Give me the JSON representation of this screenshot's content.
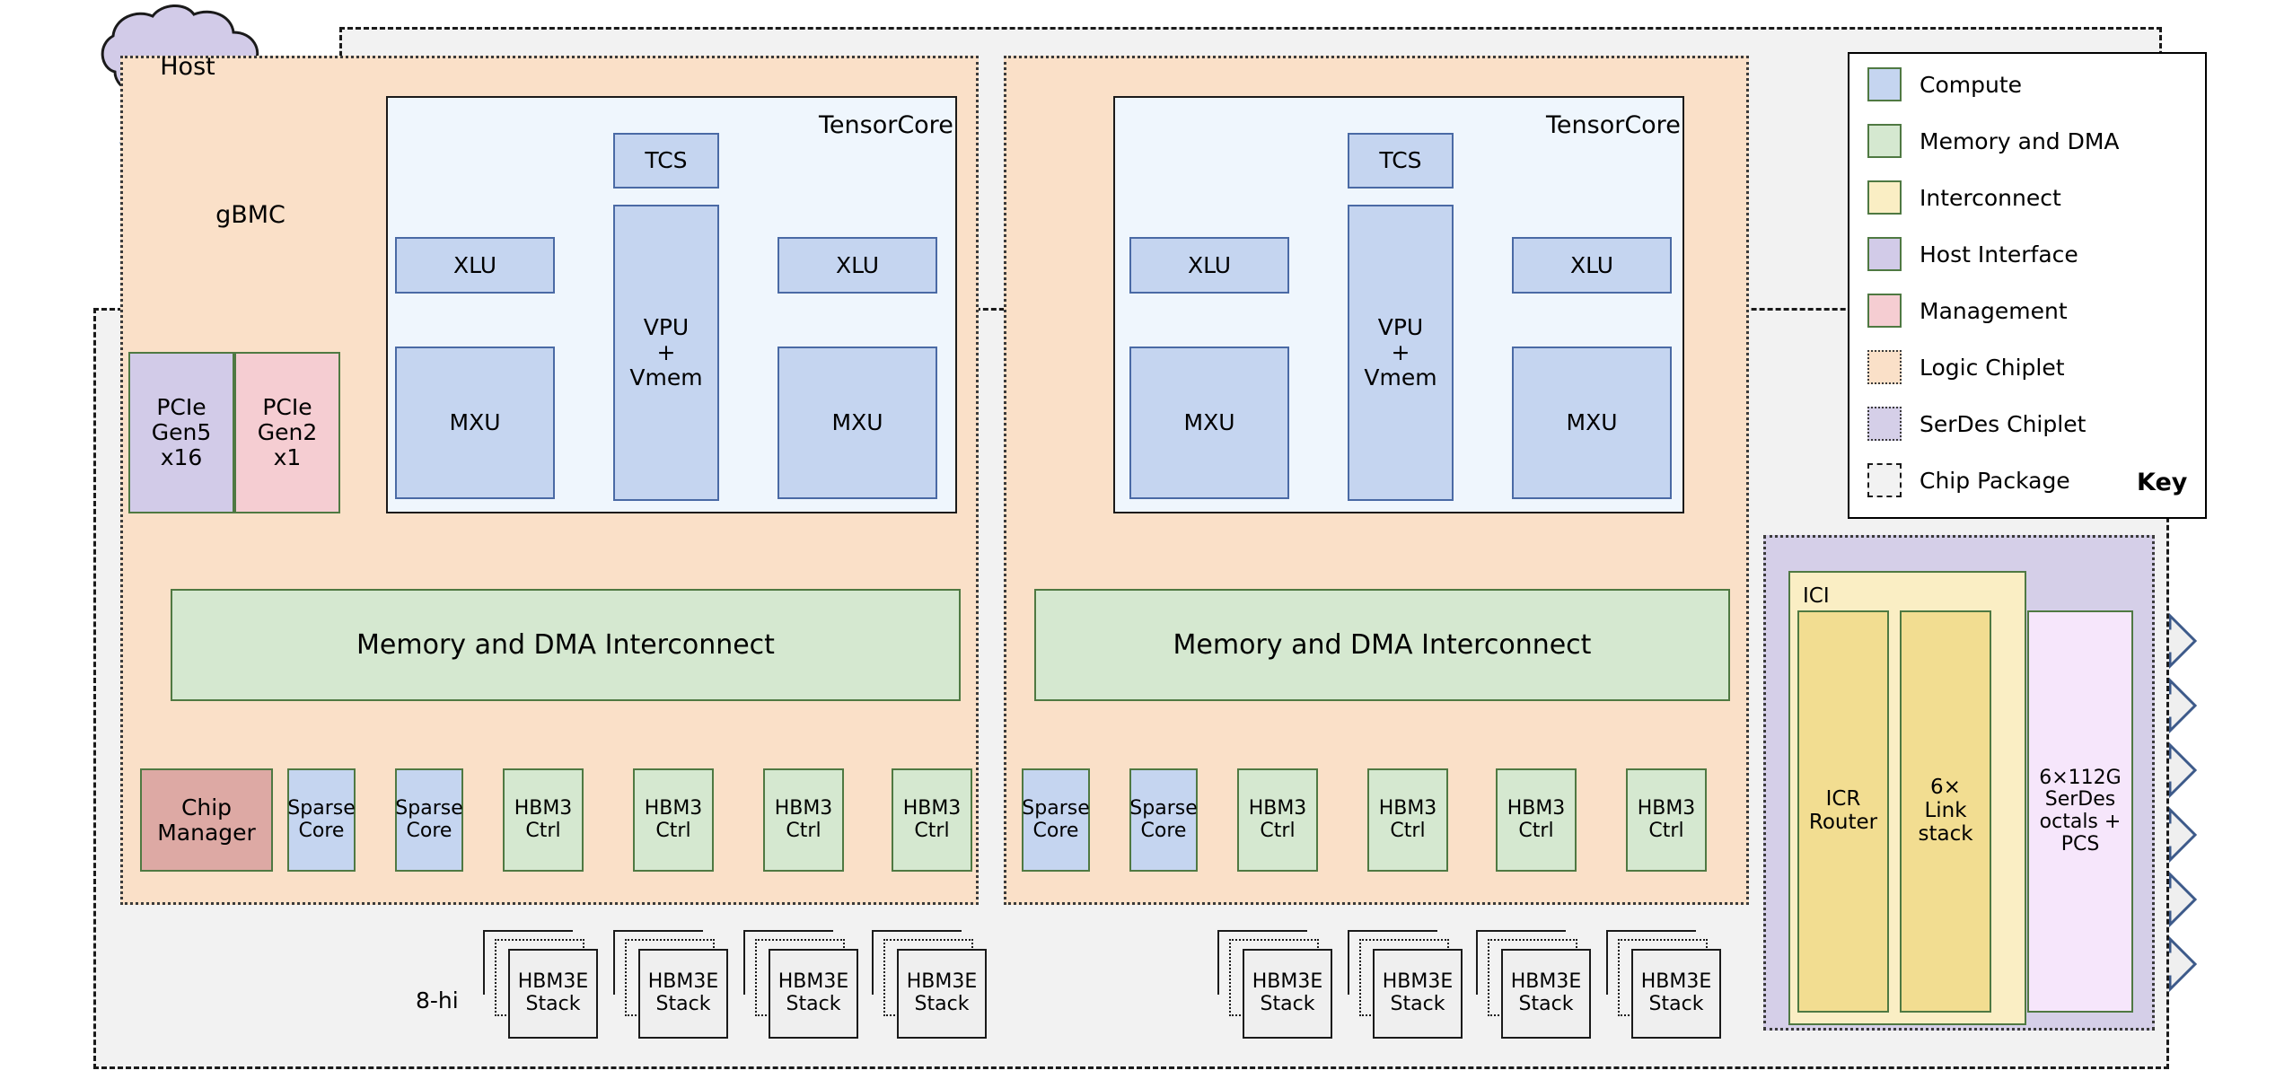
{
  "diagram": {
    "title": "TPU chip package block diagram",
    "external": {
      "host": "Host",
      "gbmc": "gBMC"
    },
    "host_interface": {
      "pcie_gen5": "PCIe\nGen5\nx16",
      "pcie_gen2": "PCIe\nGen2\nx1"
    },
    "tensorcores": [
      {
        "label": "TensorCore",
        "tcs": "TCS",
        "vpu": "VPU\n+\nVmem",
        "xlu_left": "XLU",
        "xlu_right": "XLU",
        "mxu_left": "MXU",
        "mxu_right": "MXU"
      },
      {
        "label": "TensorCore",
        "tcs": "TCS",
        "vpu": "VPU\n+\nVmem",
        "xlu_left": "XLU",
        "xlu_right": "XLU",
        "mxu_left": "MXU",
        "mxu_right": "MXU"
      }
    ],
    "interconnect_bars": [
      "Memory and DMA Interconnect",
      "Memory and DMA Interconnect"
    ],
    "left_chiplet_bottom_row": [
      "Chip\nManager",
      "Sparse\nCore",
      "Sparse\nCore",
      "HBM3\nCtrl",
      "HBM3\nCtrl",
      "HBM3\nCtrl",
      "HBM3\nCtrl"
    ],
    "right_chiplet_bottom_row": [
      "Sparse\nCore",
      "Sparse\nCore",
      "HBM3\nCtrl",
      "HBM3\nCtrl",
      "HBM3\nCtrl",
      "HBM3\nCtrl"
    ],
    "hbm_stack_label": "HBM3E\nStack",
    "hbm_stacks_left_count": 4,
    "hbm_stacks_right_count": 4,
    "stack_height_note": "8-hi",
    "ici": {
      "group_label": "ICI",
      "router": "ICR\nRouter",
      "link_stack": "6×\nLink\nstack"
    },
    "serdes": "6×112G\nSerDes\noctals +\nPCS",
    "serdes_link_count": 6
  },
  "key": {
    "title": "Key",
    "items": [
      {
        "label": "Compute",
        "color": "#c5d5f0",
        "style": "solid"
      },
      {
        "label": "Memory and DMA",
        "color": "#d5e8d0",
        "style": "solid"
      },
      {
        "label": "Interconnect",
        "color": "#faeec4",
        "style": "solid"
      },
      {
        "label": "Host Interface",
        "color": "#d2cbe8",
        "style": "solid"
      },
      {
        "label": "Management",
        "color": "#f5cdd2",
        "style": "solid"
      },
      {
        "label": "Logic Chiplet",
        "color": "#fae0c8",
        "style": "dotted"
      },
      {
        "label": "SerDes Chiplet",
        "color": "#d5cfe8",
        "style": "dotted"
      },
      {
        "label": "Chip Package",
        "color": "#f2f2f2",
        "style": "dashdot"
      }
    ]
  },
  "colors": {
    "compute": "#c5d5f0",
    "memory": "#d5e8d0",
    "interconnect": "#faeec4",
    "interconnect_dark": "#f2dd91",
    "host_interface": "#d2cbe8",
    "management": "#f5cdd2",
    "logic_chiplet": "#fae0c8",
    "serdes_chiplet": "#d5cfe8",
    "chip_package": "#f2f2f2",
    "arrow_stroke": "#3d5a8a",
    "box_stroke_green": "#4f7942"
  }
}
